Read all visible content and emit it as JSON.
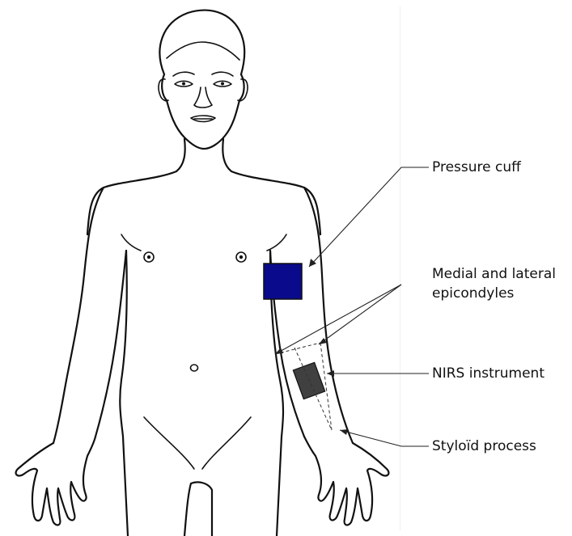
{
  "labels": {
    "pressure_cuff": "Pressure cuff",
    "epicondyles_line1": "Medial and lateral",
    "epicondyles_line2": "epicondyles",
    "nirs_instrument": "NIRS instrument",
    "styloid_process": "Styloïd process"
  },
  "colors": {
    "pressure_cuff": "#0a0a8c",
    "nirs_instrument": "#404040",
    "outline": "#111111"
  }
}
